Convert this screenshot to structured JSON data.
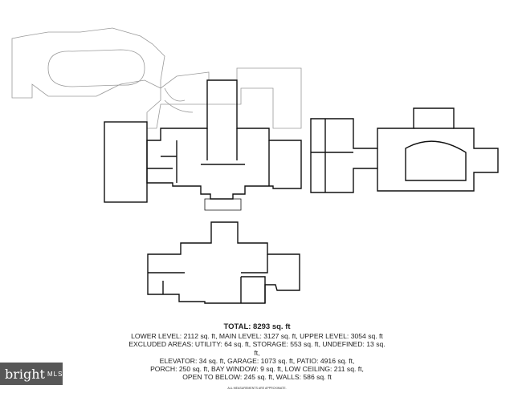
{
  "summary": {
    "total": "TOTAL: 8293 sq. ft",
    "lines": [
      "LOWER LEVEL: 2112 sq. ft, MAIN LEVEL: 3127 sq. ft, UPPER LEVEL: 3054 sq. ft",
      "EXCLUDED AREAS: UTILITY: 64 sq. ft, STORAGE: 553 sq. ft, UNDEFINED: 13 sq. ft,",
      "ELEVATOR: 34 sq. ft, GARAGE: 1073 sq. ft, PATIO: 4916 sq. ft,",
      "PORCH: 250 sq. ft, BAY WINDOW: 9 sq. ft, LOW CEILING: 211 sq. ft,",
      "OPEN TO BELOW: 245 sq. ft, WALLS: 586 sq. ft"
    ],
    "note": "ALL MEASUREMENTS ARE APPROXIMATE."
  },
  "logo": {
    "brand": "bright",
    "suffix": "MLS",
    "background": "#575757"
  },
  "colors": {
    "wall": "#111111",
    "patio": "#9a9a9a"
  }
}
